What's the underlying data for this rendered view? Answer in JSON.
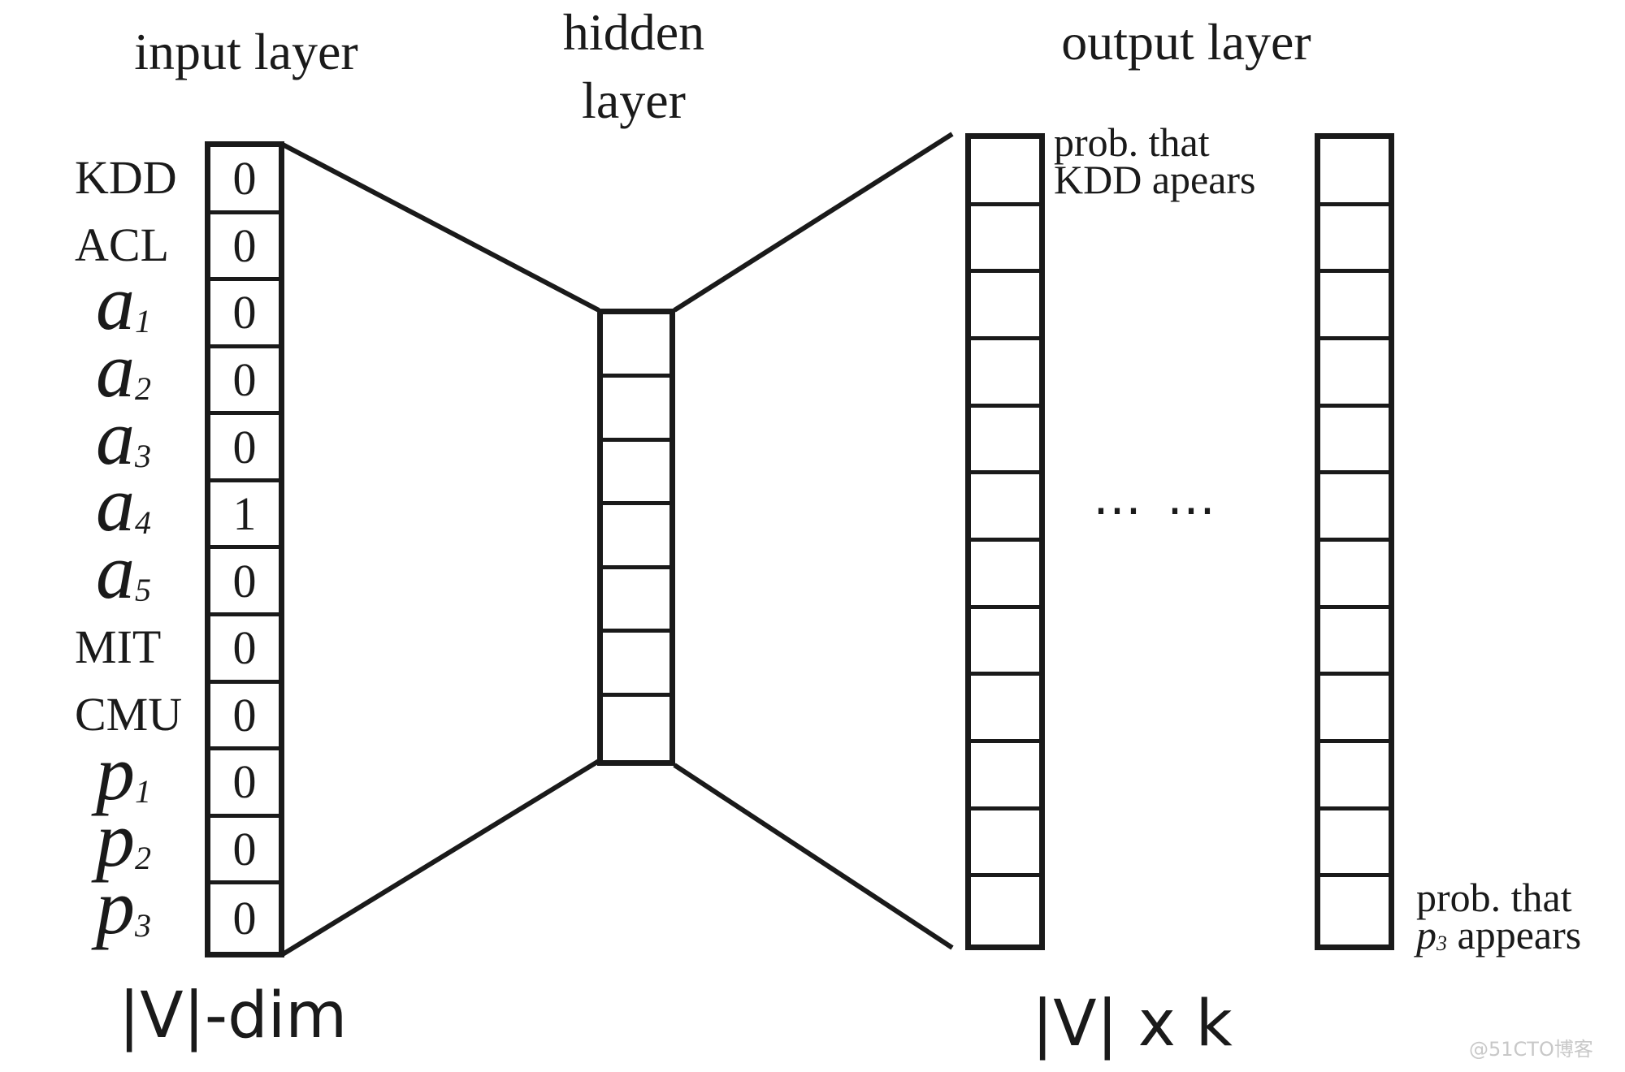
{
  "titles": {
    "input": "input layer",
    "hidden_line1": "hidden",
    "hidden_line2": "layer",
    "output": "output layer"
  },
  "input_vector": {
    "rows": [
      {
        "label": "KDD",
        "kind": "word",
        "value": "0"
      },
      {
        "label": "ACL",
        "kind": "word",
        "value": "0"
      },
      {
        "label": "a",
        "sub": "1",
        "kind": "math",
        "value": "0"
      },
      {
        "label": "a",
        "sub": "2",
        "kind": "math",
        "value": "0"
      },
      {
        "label": "a",
        "sub": "3",
        "kind": "math",
        "value": "0"
      },
      {
        "label": "a",
        "sub": "4",
        "kind": "math",
        "value": "1"
      },
      {
        "label": "a",
        "sub": "5",
        "kind": "math",
        "value": "0"
      },
      {
        "label": "MIT",
        "kind": "word",
        "value": "0"
      },
      {
        "label": "CMU",
        "kind": "word",
        "value": "0"
      },
      {
        "label": "p",
        "sub": "1",
        "kind": "math",
        "value": "0"
      },
      {
        "label": "p",
        "sub": "2",
        "kind": "math",
        "value": "0"
      },
      {
        "label": "p",
        "sub": "3",
        "kind": "math",
        "value": "0"
      }
    ]
  },
  "hidden_vector": {
    "cell_count": 7
  },
  "output_vectors": {
    "cell_count": 12
  },
  "notes": {
    "top_line1": "prob. that",
    "top_line2": "KDD apears",
    "bottom_line1": "prob. that",
    "bottom_sym": "p",
    "bottom_sub": "3",
    "bottom_rest": " appears"
  },
  "dots": "⋯ ⋯",
  "dims": {
    "input": "|V|-dim",
    "output": "|V| x k"
  },
  "watermark": "@51CTO博客"
}
